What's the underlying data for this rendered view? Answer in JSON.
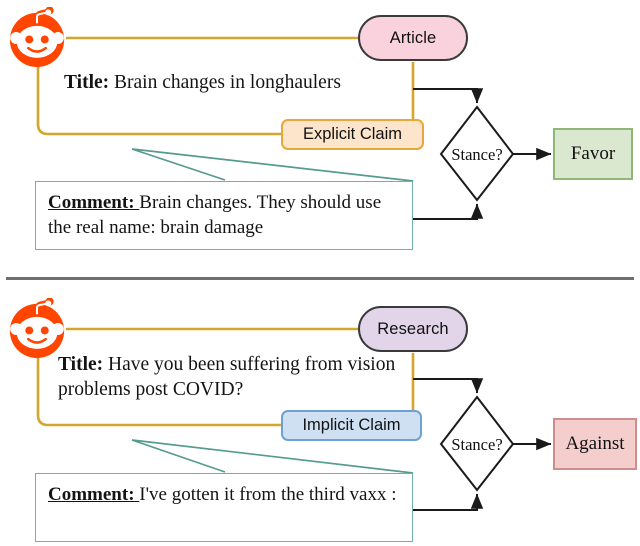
{
  "figure": {
    "type": "diagram",
    "description": "Two-panel flow diagram of Reddit stance detection examples",
    "divider_color": "#6e6e6e"
  },
  "colors": {
    "reddit_orange": "#FF4500",
    "article_pill": "#fad2dd",
    "research_pill": "#e2d5ea",
    "explicit_claim": "#fce5cb",
    "explicit_claim_border": "#e5a93b",
    "implicit_claim": "#cfe0f3",
    "implicit_claim_border": "#6f9fd8",
    "favor": "#d9e8ce",
    "favor_border": "#8fb878",
    "against": "#f4cdcd",
    "against_border": "#d08d8d",
    "comment_border": "#6fb1a8",
    "gold_connector": "#d4a72c",
    "teal_leader": "#559b8e",
    "arrow": "#1a1a1a"
  },
  "panels": [
    {
      "id": "panel-top",
      "source_icon": "reddit-icon",
      "source_type_label": "Article",
      "title_label": "Title:",
      "title_text": "Brain changes in longhaulers",
      "claim_label": "Explicit Claim",
      "claim_kind": "explicit",
      "comment_label": "Comment:",
      "comment_text": "Brain changes. They should use the real name: brain damage",
      "comment_line_1": "Brain changes. They should",
      "comment_line_2": "use the real name: brain damage",
      "decision_label": "Stance?",
      "outcome_label": "Favor",
      "outcome_kind": "favor"
    },
    {
      "id": "panel-bottom",
      "source_icon": "reddit-icon",
      "source_type_label": "Research",
      "title_label": "Title:",
      "title_text": "Have you been suffering from vision problems post COVID?",
      "title_line_1": "Have you been suffering from",
      "title_line_2": "vision problems post COVID?",
      "claim_label": "Implicit Claim",
      "claim_kind": "implicit",
      "comment_label": "Comment:",
      "comment_text": "I've gotten it from the third vaxx :",
      "comment_line_1": "I've gotten it from the third",
      "comment_line_2": "vaxx :",
      "decision_label": "Stance?",
      "outcome_label": "Against",
      "outcome_kind": "against"
    }
  ]
}
